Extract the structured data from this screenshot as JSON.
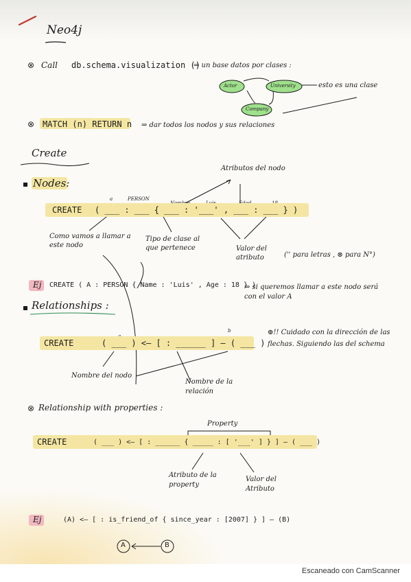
{
  "title": "Neo4j",
  "line1": {
    "prefix": "Call",
    "code": "db.schema.visualization ()",
    "rest": "⇒ un base datos por clases :"
  },
  "graph": {
    "node_a": "Actor",
    "node_b": "University",
    "node_c": "Company",
    "note": "esto es una clase"
  },
  "line2": {
    "code": "MATCH (n) RETURN n",
    "rest": "⇒ dar todos los nodos y sus relaciones"
  },
  "section_create": "Create",
  "nodes": {
    "heading": "Nodes:",
    "attr_label": "Atributos del nodo",
    "small_a": "a",
    "small_person": "PERSON",
    "small_nombre": "Nombre",
    "small_luis": "Luis",
    "small_edad": "Edad",
    "small_18": "18",
    "create": "CREATE",
    "code": "( ___ : ___ { ___ : '___' , ___ : ___ } )",
    "note1": "Como vamos a llamar a este nodo",
    "note2": "Tipo de clase al que pertenece",
    "note3": "Valor del atributo",
    "note4": "('' para letras , ⊗ para N°)",
    "example_label": "Ej",
    "example": "CREATE ( A : PERSON { Name : 'Luis' , Age : 18 } )",
    "example_note": "⇒ si queremos llamar a este nodo será con el valor A"
  },
  "relationships": {
    "heading": "Relationships :",
    "create": "CREATE",
    "small_a": "a",
    "small_b": "b",
    "code": "( ___ ) <— [ : ______ ] — ( ___ )",
    "warning": "⊕!! Cuidado con la dirección de las flechas. Siguiendo las del schema",
    "label1": "Nombre del nodo",
    "label2": "Nombre de la relación"
  },
  "rel_props": {
    "heading": "Relationship with properties :",
    "property_label": "Property",
    "create": "CREATE",
    "code": "( ___ ) <— [ : ______ { _____ : [ '___' ] } ] — ( ___ )",
    "label1": "Atributo de la property",
    "label2": "Valor del Atributo",
    "example_label": "Ej",
    "example": "(A) <— [ : is_friend_of { since_year : [2007] } ] — (B)",
    "circle_a": "A",
    "circle_b": "B"
  },
  "footer": "Escaneado con CamScanner",
  "colors": {
    "highlight_yellow": "#f4e6a2",
    "highlight_green": "#9fe08c",
    "pen_red": "#c0392b"
  }
}
